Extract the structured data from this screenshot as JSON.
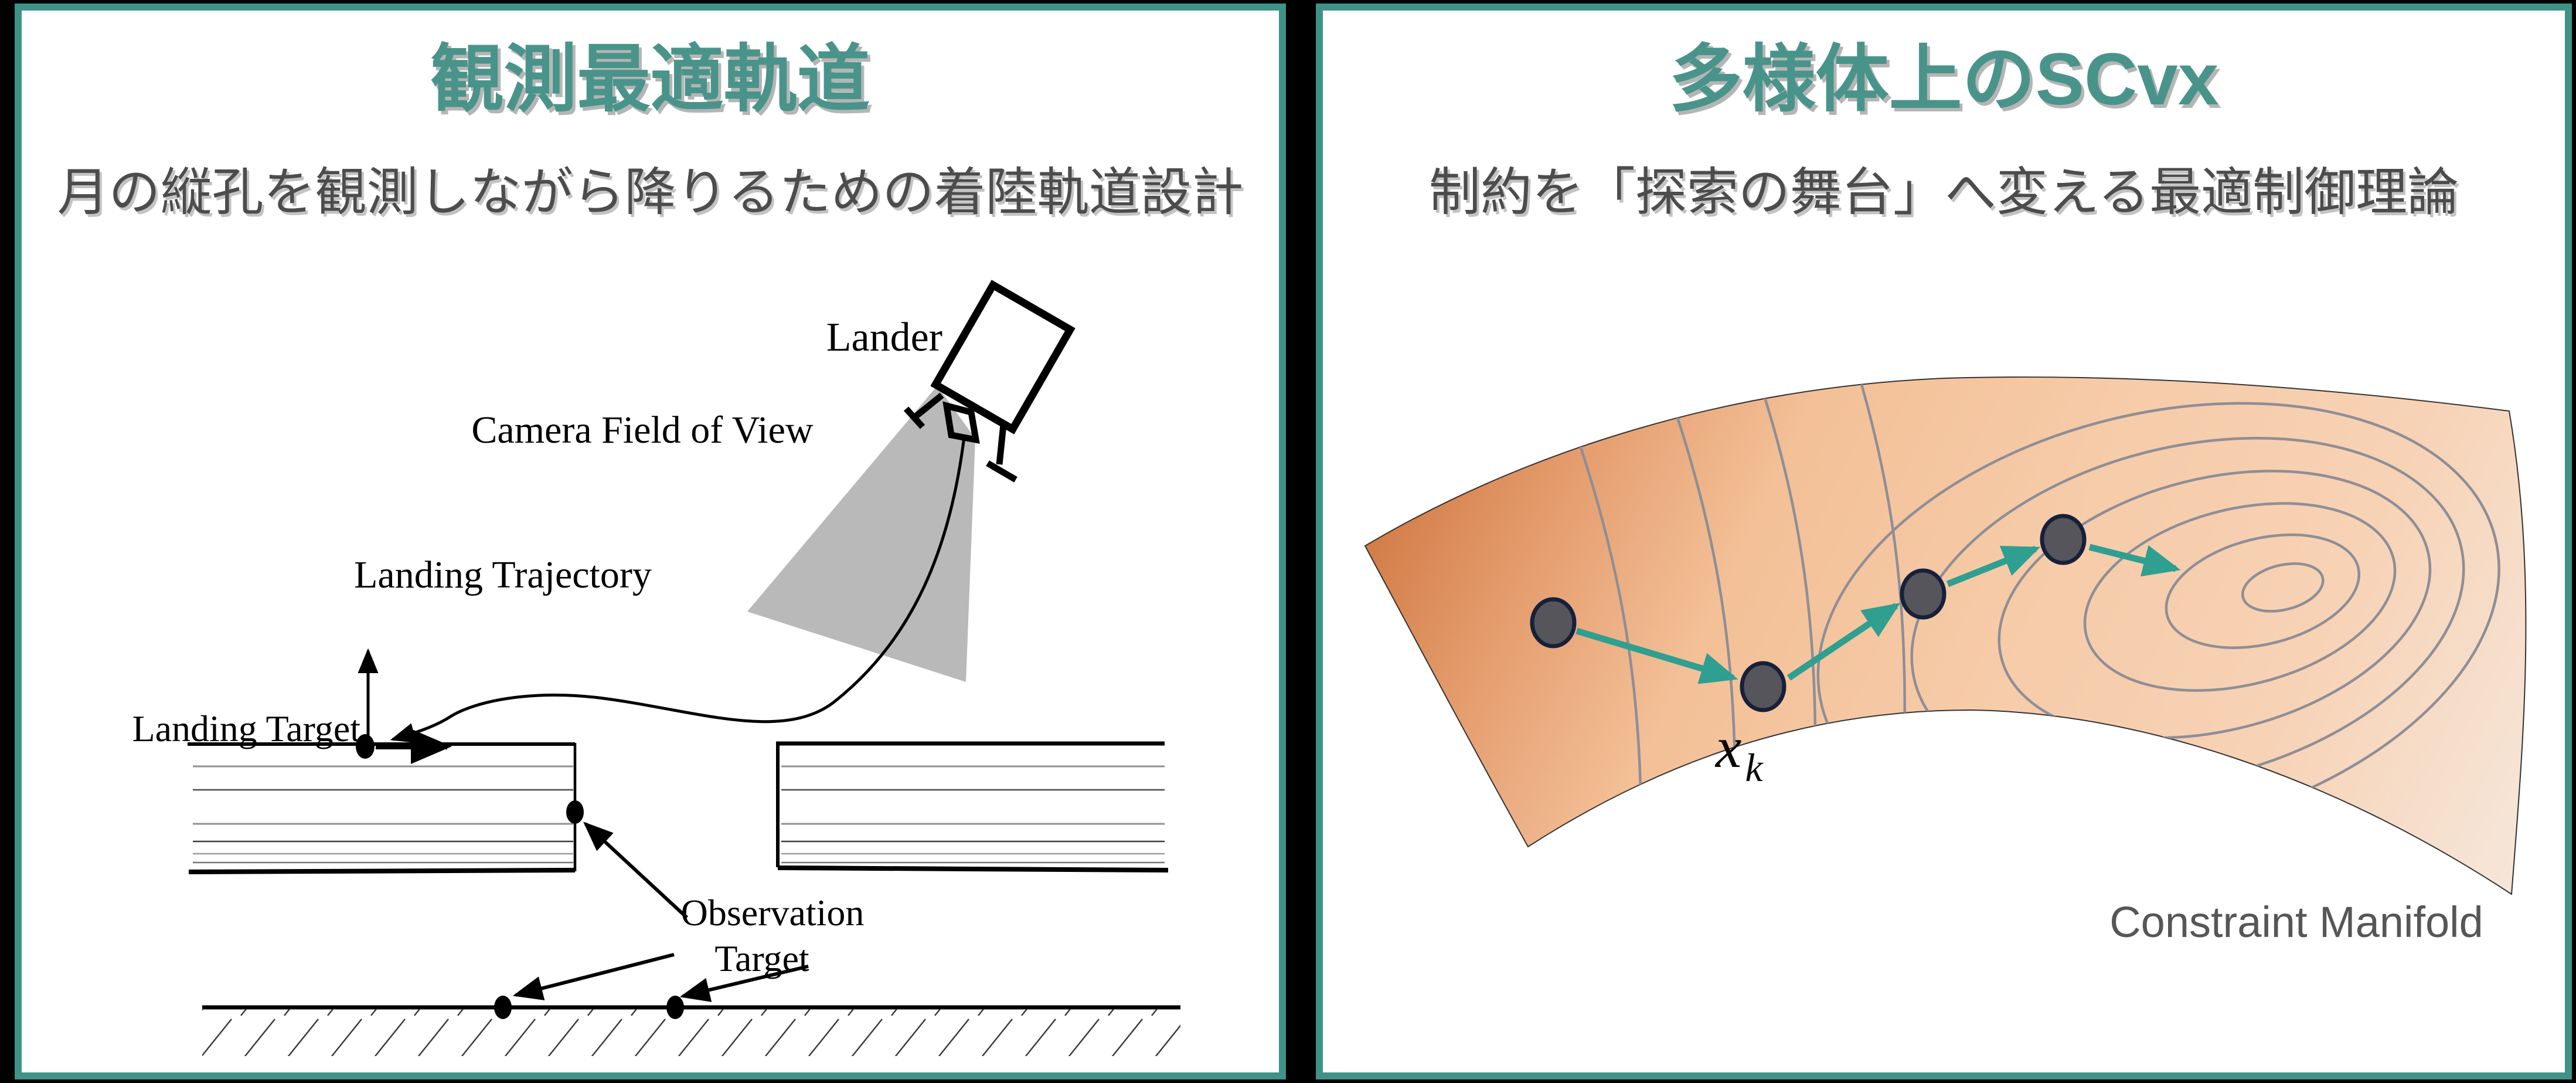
{
  "left": {
    "title": "観測最適軌道",
    "subtitle": "月の縦孔を観測しながら降りるための着陸軌道設計",
    "labels": {
      "lander": "Lander",
      "camera_fov": "Camera Field of View",
      "landing_trajectory": "Landing Trajectory",
      "landing_target": "Landing Target",
      "observation_line1": "Observation",
      "observation_line2": "Target"
    }
  },
  "right": {
    "title": "多様体上のSCvx",
    "subtitle": "制約を「探索の舞台」へ変える最適制御理論",
    "labels": {
      "iterate_base": "x",
      "iterate_sub": "k",
      "constraint_manifold": "Constraint Manifold"
    }
  },
  "colors": {
    "background": "#000000",
    "panel_border_teal": "#3f9287",
    "title_teal": "#49948a",
    "subtitle_gray": "#4c4c4c",
    "fov_cone_gray": "#b9b9b9",
    "diagram_line_black": "#000000",
    "strata_gray": "#909090",
    "manifold_dark_orange": "#cf7740",
    "manifold_peach": "#f6cba8",
    "manifold_fade": "#f6e8dc",
    "contour_gray": "#8e8e96",
    "step_arrow_teal": "#2e9f90",
    "node_fill_gray": "#55555b",
    "node_stroke_navy": "#17203a",
    "manifold_label_gray": "#565656"
  }
}
